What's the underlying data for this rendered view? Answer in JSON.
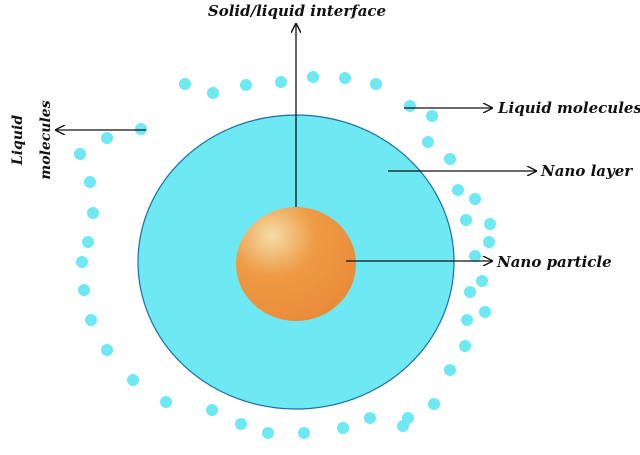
{
  "labels": {
    "interface": "Solid/liquid interface",
    "liquid_molecules_right": "Liquid molecules",
    "nano_layer": "Nano layer",
    "nano_particle": "Nano particle",
    "liquid_left_line1": "Liquid",
    "liquid_left_line2": "molecules"
  },
  "colors": {
    "nano_layer_fill": "#6ee8f3",
    "nano_layer_stroke": "#1a6fa8",
    "particle_core": "#ef9a45",
    "particle_highlight": "#f3dca6",
    "molecule": "#6ee8f3",
    "arrow": "#111111"
  }
}
